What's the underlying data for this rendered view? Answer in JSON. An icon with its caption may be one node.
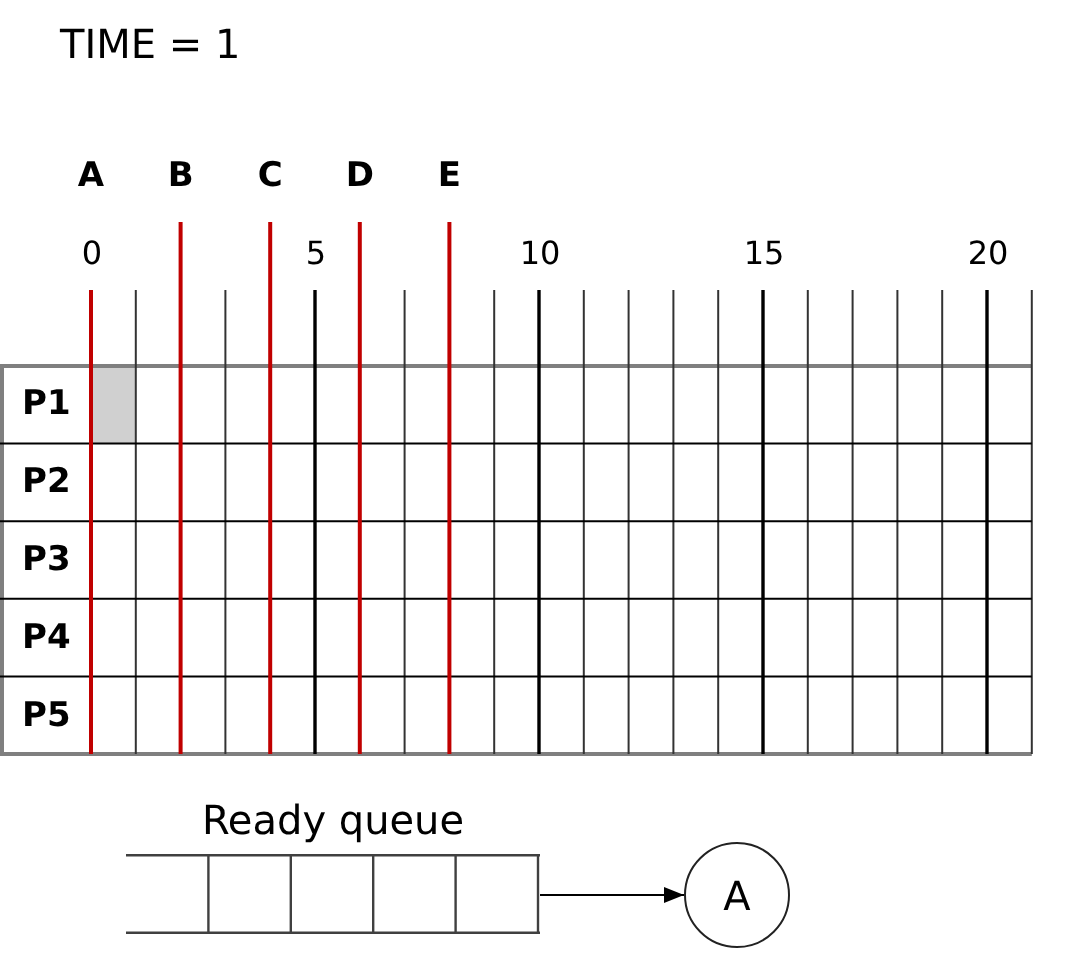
{
  "diagram": {
    "title": "TIME = 1",
    "nodes": [
      {
        "text": [
          "Ready queue"
        ]
      },
      {
        "text": [
          "A"
        ]
      }
    ],
    "edges": [
      {
        "from": 0,
        "to": 1,
        "arrow": "to"
      }
    ],
    "chart_data": {
      "type": "bar",
      "orientation": "horizontal",
      "categories": [
        "P1",
        "P2",
        "P3",
        "P4",
        "P5"
      ],
      "series": [
        {
          "color": "#d0d0d0",
          "values": [
            1,
            0,
            0,
            0,
            0
          ]
        }
      ],
      "xlim": [
        0,
        21
      ],
      "xticks": [
        0,
        5,
        10,
        15,
        20
      ],
      "grid": true,
      "ref_lines": [
        {
          "axis": "x",
          "value": 0,
          "label": "A",
          "color": "#c00000"
        },
        {
          "axis": "x",
          "value": 2,
          "label": "B",
          "color": "#c00000"
        },
        {
          "axis": "x",
          "value": 4,
          "label": "C",
          "color": "#c00000"
        },
        {
          "axis": "x",
          "value": 6,
          "label": "D",
          "color": "#c00000"
        },
        {
          "axis": "x",
          "value": 8,
          "label": "E",
          "color": "#c00000"
        }
      ]
    }
  }
}
